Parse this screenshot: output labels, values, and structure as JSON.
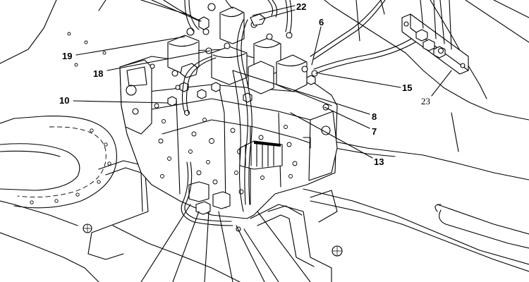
{
  "callouts": [
    {
      "id": "c22",
      "label": "22"
    },
    {
      "id": "c6",
      "label": "6"
    },
    {
      "id": "c19",
      "label": "19"
    },
    {
      "id": "c18",
      "label": "18"
    },
    {
      "id": "c15",
      "label": "15"
    },
    {
      "id": "c23",
      "label": "23"
    },
    {
      "id": "c10",
      "label": "10"
    },
    {
      "id": "c8",
      "label": "8"
    },
    {
      "id": "c7",
      "label": "7"
    },
    {
      "id": "c13",
      "label": "13"
    }
  ]
}
